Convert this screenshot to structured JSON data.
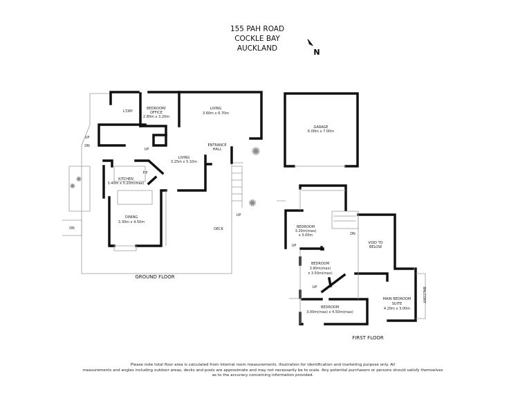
{
  "address": [
    "155 PAH ROAD",
    "COCKLE BAY",
    "AUCKLAND"
  ],
  "north_label": "N",
  "ground_floor": {
    "label": "GROUND FLOOR",
    "rooms": [
      {
        "name": "L'DRY",
        "dims": ""
      },
      {
        "name": "BEDROOM/",
        "name2": "OFFICE",
        "dims": "2.80m x 3.20m"
      },
      {
        "name": "LIVING",
        "dims": "3.60m x 6.70m"
      },
      {
        "name": "ENTRANCE",
        "name2": "HALL"
      },
      {
        "name": "LIVING",
        "dims": "3.25m x 5.10m"
      },
      {
        "name": "KITCHEN",
        "dims": "3.40m x 5.20m(max)"
      },
      {
        "name": "DINING",
        "dims": "3.30m x 4.50m"
      },
      {
        "name": "DECK"
      }
    ],
    "annotations": {
      "up1": "UP",
      "dn": "DN",
      "up2": "UP",
      "up3": "UP",
      "dn2": "DN",
      "fp": "F.P"
    }
  },
  "garage": {
    "name": "GARAGE",
    "dims": "6.00m x 7.00m"
  },
  "first_floor": {
    "label": "FIRST FLOOR",
    "rooms": [
      {
        "name": "BEDROOM",
        "dims": "3.20m(max)",
        "dims2": "x 3.00m"
      },
      {
        "name": "VOID TO",
        "name2": "BELOW"
      },
      {
        "name": "BEDROOM",
        "dims": "3.90m(max)",
        "dims2": "x 3.50m(max)"
      },
      {
        "name": "BEDROOM",
        "dims": "3.00m(max) x 4.50m(max)"
      },
      {
        "name": "MAIN BEDROOM",
        "name2": "SUITE",
        "dims": "4.20m x 3.00m"
      },
      {
        "name": "BALCONY"
      }
    ],
    "annotations": {
      "dn": "DN",
      "up1": "UP",
      "up2": "UP"
    }
  },
  "disclaimer": [
    "Please note total floor area is calculated from internal room measurements. Illustration for identification and marketing purpose only. All",
    "measurements and angles including outdoor areas, decks and pools are approximate and may not necessarily be to scale. Any potential purchasers or persons should satisfy themselves",
    "as to the accuracy concerning information provided."
  ]
}
